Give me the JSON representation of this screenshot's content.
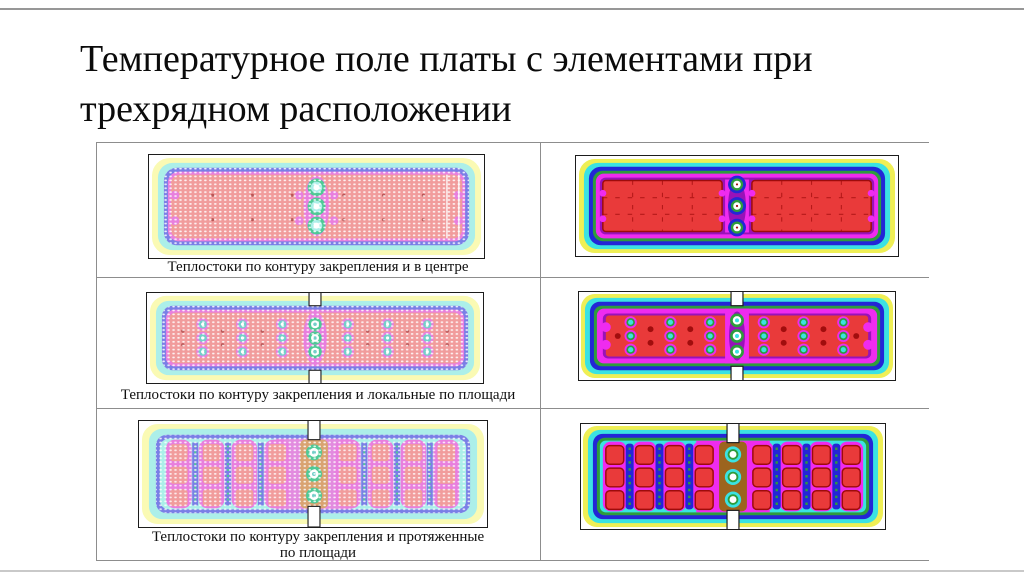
{
  "slide": {
    "title": "Температурное поле платы с элементами при трехрядном расположении",
    "title_line1": "Температурное поле платы с элементами при",
    "title_line2": "трехрядном расположении"
  },
  "grid": {
    "rows": [
      {
        "caption": "Теплостоки по контуру закрепления и в центре",
        "caption_lines": [
          "Теплостоки по контуру закрепления и в центре"
        ],
        "left_image": "halftone-temperature-field-contour-and-center-sinks",
        "right_image": "filled-temperature-field-contour-and-center-sinks"
      },
      {
        "caption": "Теплостоки по контуру закрепления и локальные по площади",
        "caption_lines": [
          "Теплостоки по контуру закрепления и локальные по площади"
        ],
        "left_image": "halftone-temperature-field-contour-and-local-sinks",
        "right_image": "filled-temperature-field-contour-and-local-sinks"
      },
      {
        "caption": "Теплостоки по контуру закрепления и протяженные по площади",
        "caption_lines": [
          "Теплостоки по контуру закрепления и протяженные",
          "по площади"
        ],
        "left_image": "halftone-temperature-field-contour-and-extended-sinks",
        "right_image": "filled-temperature-field-contour-and-extended-sinks"
      }
    ]
  },
  "palette": {
    "red": "#E93A3A",
    "darkred": "#9E0B0B",
    "dullred": "#B04A4A",
    "salmon": "#F19C9C",
    "magenta": "#EF2BEF",
    "palemagenta": "#E87FDE",
    "purple": "#9912B8",
    "blue": "#2326D6",
    "softblue": "#7A7FE6",
    "green": "#2E9C3C",
    "dotgreen": "#4FC996",
    "cyan": "#3BE2E2",
    "palecyan": "#ACEFE9",
    "yellow": "#EFEF55",
    "paleyellow": "#FAFAB4",
    "brown": "#9C641E",
    "tan": "#D7A75E",
    "teal": "#74CFC9",
    "frame": "#1C1C1C",
    "grid": "#8D8D8D"
  }
}
